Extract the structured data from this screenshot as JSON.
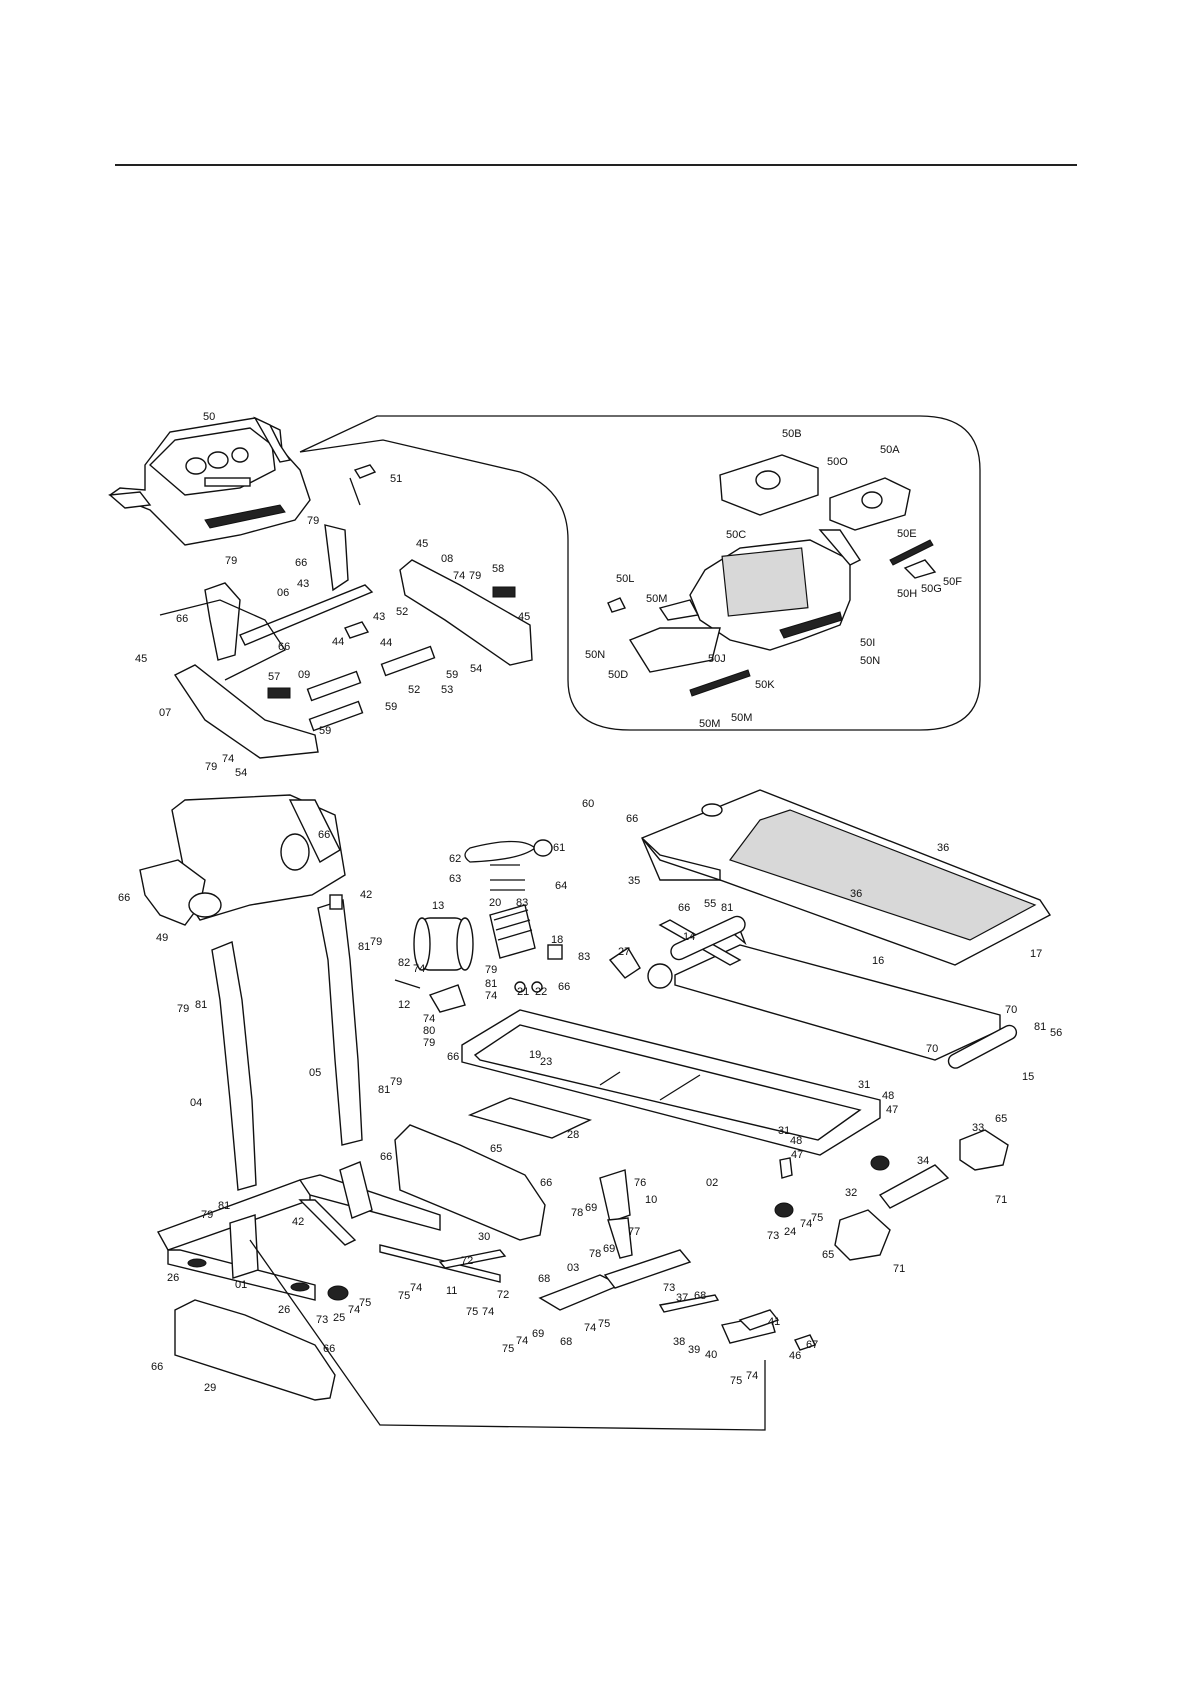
{
  "labels": {
    "p50": "50",
    "p51": "51",
    "p79a": "79",
    "p79b": "79",
    "p66a": "66",
    "p66b": "66",
    "p66c": "66",
    "p43a": "43",
    "p43b": "43",
    "p45a": "45",
    "p45b": "45",
    "p45c": "45",
    "p08": "08",
    "p06": "06",
    "p74a": "74",
    "p79c": "79",
    "p58": "58",
    "p52a": "52",
    "p52b": "52",
    "p44a": "44",
    "p44b": "44",
    "p09": "09",
    "p57": "57",
    "p59a": "59",
    "p59b": "59",
    "p59c": "59",
    "p53": "53",
    "p54a": "54",
    "p54b": "54",
    "p07": "07",
    "p79d": "79",
    "p74b": "74",
    "p50B": "50B",
    "p50O": "50O",
    "p50A": "50A",
    "p50C": "50C",
    "p50E": "50E",
    "p50L": "50L",
    "p50Ma": "50M",
    "p50Mb": "50M",
    "p50Mc": "50M",
    "p50F": "50F",
    "p50G": "50G",
    "p50H": "50H",
    "p50Na": "50N",
    "p50Nb": "50N",
    "p50D": "50D",
    "p50J": "50J",
    "p50K": "50K",
    "p50I": "50I",
    "p60": "60",
    "p66d": "66",
    "p61": "61",
    "p62": "62",
    "p63": "63",
    "p64": "64",
    "p66e": "66",
    "p35": "35",
    "p36a": "36",
    "p36b": "36",
    "p66f": "66",
    "p55": "55",
    "p81a": "81",
    "p17": "17",
    "p16": "16",
    "p14": "14",
    "p27": "27",
    "p13": "13",
    "p20": "20",
    "p83a": "83",
    "p18": "18",
    "p83b": "83",
    "p66g": "66",
    "p49": "49",
    "p42a": "42",
    "p81b": "81",
    "p79e": "79",
    "p79f": "79",
    "p81c": "81",
    "p82": "82",
    "p74c": "74",
    "p79g": "79",
    "p81d": "81",
    "p74d": "74",
    "p12": "12",
    "p74e": "74",
    "p80": "80",
    "p79h": "79",
    "p21": "21",
    "p22": "22",
    "p66h": "66",
    "p70a": "70",
    "p70b": "70",
    "p81e": "81",
    "p56": "56",
    "p15": "15",
    "p66i": "66",
    "p19": "19",
    "p23": "23",
    "p05": "05",
    "p04": "04",
    "p81f": "81",
    "p79i": "79",
    "p31a": "31",
    "p48a": "48",
    "p47a": "47",
    "p28": "28",
    "p65a": "65",
    "p31b": "31",
    "p48b": "48",
    "p47b": "47",
    "p33": "33",
    "p65b": "65",
    "p34": "34",
    "p66j": "66",
    "p66k": "66",
    "p76": "76",
    "p10": "10",
    "p78a": "78",
    "p69a": "69",
    "p02": "02",
    "p71a": "71",
    "p32": "32",
    "p79j": "79",
    "p81g": "81",
    "p42b": "42",
    "p30": "30",
    "p77": "77",
    "p78b": "78",
    "p69b": "69",
    "p73a": "73",
    "p24": "24",
    "p74f": "74",
    "p75a": "75",
    "p65c": "65",
    "p71b": "71",
    "p26a": "26",
    "p01": "01",
    "p72a": "72",
    "p74g": "74",
    "p75b": "75",
    "p11": "11",
    "p72b": "72",
    "p68a": "68",
    "p03": "03",
    "p73b": "73",
    "p68b": "68",
    "p37": "37",
    "p26b": "26",
    "p73c": "73",
    "p25": "25",
    "p74h": "74",
    "p75c": "75",
    "p74i": "74",
    "p75d": "75",
    "p69c": "69",
    "p74j": "74",
    "p75e": "75",
    "p68c": "68",
    "p74k": "74",
    "p75f": "75",
    "p38": "38",
    "p39": "39",
    "p40": "40",
    "p41": "41",
    "p46": "46",
    "p67": "67",
    "p66l": "66",
    "p66m": "66",
    "p29": "29",
    "p74l": "74",
    "p75g": "75"
  }
}
